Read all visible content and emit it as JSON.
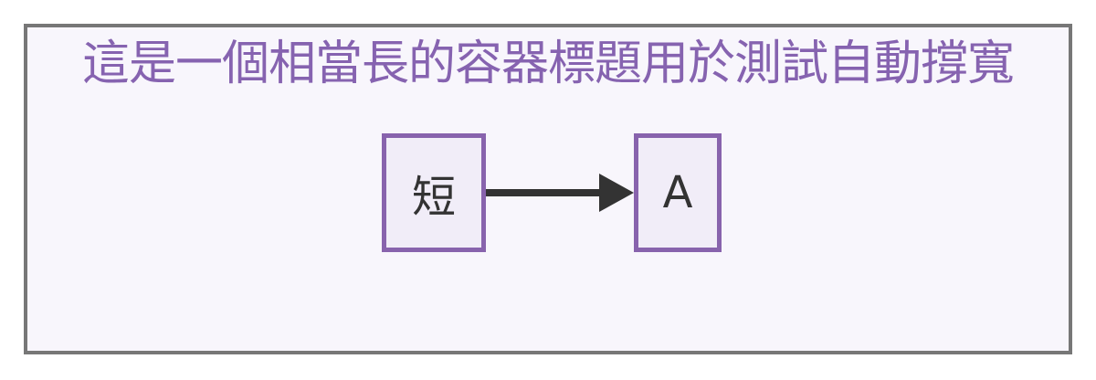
{
  "container": {
    "title": "這是一個相當長的容器標題用於測試自動撐寬"
  },
  "nodes": [
    {
      "id": "short",
      "label": "短"
    },
    {
      "id": "a",
      "label": "A"
    }
  ],
  "edges": [
    {
      "from": "short",
      "to": "a"
    }
  ],
  "colors": {
    "title": "#8663b0",
    "node_border": "#8863ad",
    "node_fill": "#f1edf8",
    "container_border": "#777777",
    "container_fill": "#f8f6fc",
    "edge": "#333333"
  }
}
